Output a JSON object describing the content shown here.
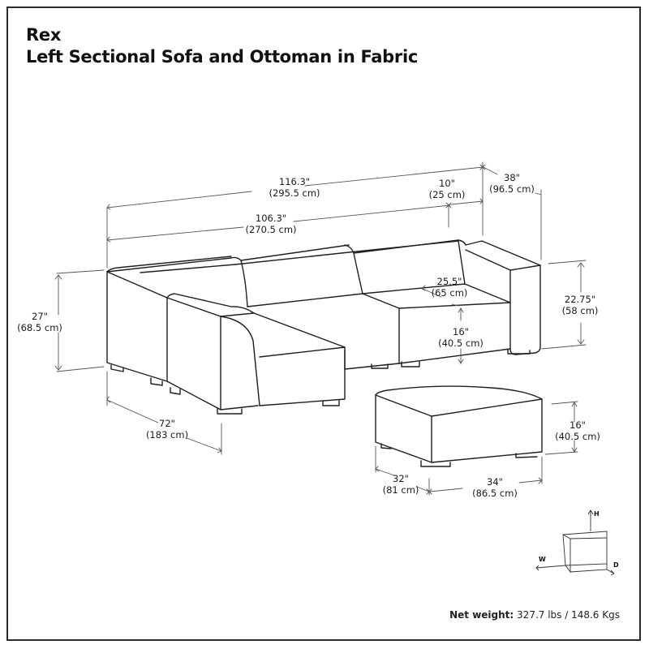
{
  "product": {
    "name": "Rex",
    "subtitle": "Left Sectional Sofa and Ottoman in Fabric"
  },
  "dimensions": {
    "overall_width": {
      "in": "116.3\"",
      "cm": "(295.5 cm)"
    },
    "sofa_width": {
      "in": "106.3\"",
      "cm": "(270.5 cm)"
    },
    "arm_width": {
      "in": "10\"",
      "cm": "(25 cm)"
    },
    "overall_depth": {
      "in": "38\"",
      "cm": "(96.5 cm)"
    },
    "overall_height": {
      "in": "27\"",
      "cm": "(68.5 cm)"
    },
    "arm_height": {
      "in": "22.75\"",
      "cm": "(58 cm)"
    },
    "seat_depth": {
      "in": "25.5\"",
      "cm": "(65 cm)"
    },
    "seat_height": {
      "in": "16\"",
      "cm": "(40.5 cm)"
    },
    "chaise_length": {
      "in": "72\"",
      "cm": "(183 cm)"
    },
    "ottoman_height": {
      "in": "16\"",
      "cm": "(40.5 cm)"
    },
    "ottoman_depth": {
      "in": "32\"",
      "cm": "(81 cm)"
    },
    "ottoman_width": {
      "in": "34\"",
      "cm": "(86.5 cm)"
    }
  },
  "axis_legend": {
    "height_label": "H",
    "width_label": "W",
    "depth_label": "D"
  },
  "footer": {
    "weight_label": "Net weight:",
    "weight_value": "327.7 lbs / 148.6 Kgs"
  },
  "colors": {
    "line": "#1f1f1f",
    "dim_line": "#555555",
    "background": "#ffffff"
  }
}
